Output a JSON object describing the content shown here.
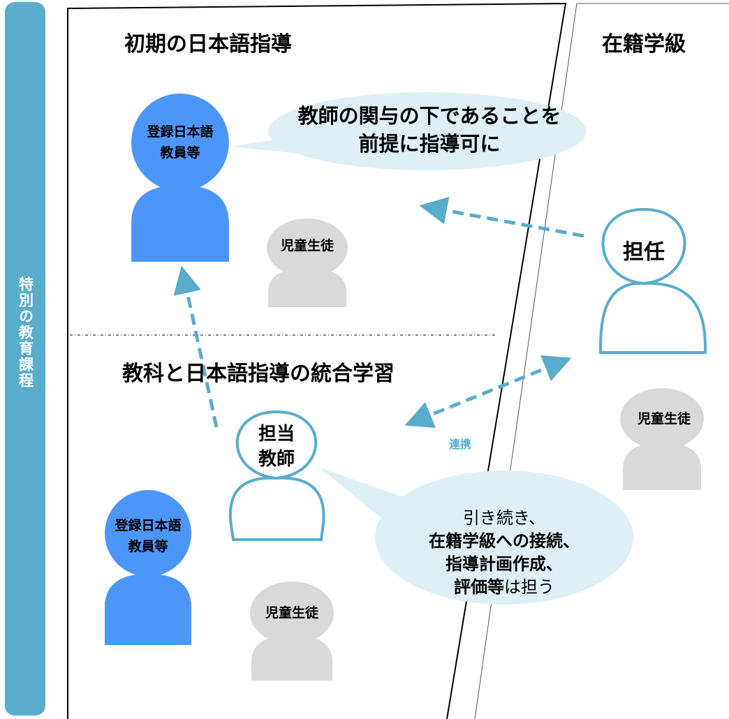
{
  "sidebar": {
    "label": "特別の教育課程"
  },
  "sections": {
    "initial_title": "初期の日本語指導",
    "integrated_title": "教科と日本語指導の統合学習",
    "class_title": "在籍学級"
  },
  "figures": {
    "registered_teacher_line1": "登録日本語",
    "registered_teacher_line2": "教員等",
    "student": "児童生徒",
    "homeroom_teacher": "担任",
    "assigned_teacher_line1": "担当",
    "assigned_teacher_line2": "教師"
  },
  "bubbles": {
    "top_line1": "教師の関与の下であることを",
    "top_line2": "前提に指導可に",
    "bottom_line1": "引き続き、",
    "bottom_line2": "在籍学級への接続、",
    "bottom_line3": "指導計画作成、",
    "bottom_line4_bold": "評価等",
    "bottom_line4_rest": "は担う"
  },
  "arrow_label": "連携",
  "colors": {
    "sidebar": "#5aaccc",
    "registered_teacher": "#4d96f9",
    "student": "#d9d9d9",
    "outline_teacher": "#5aaccc",
    "bubble": "#deeff5",
    "arrow": "#5aaccc"
  }
}
